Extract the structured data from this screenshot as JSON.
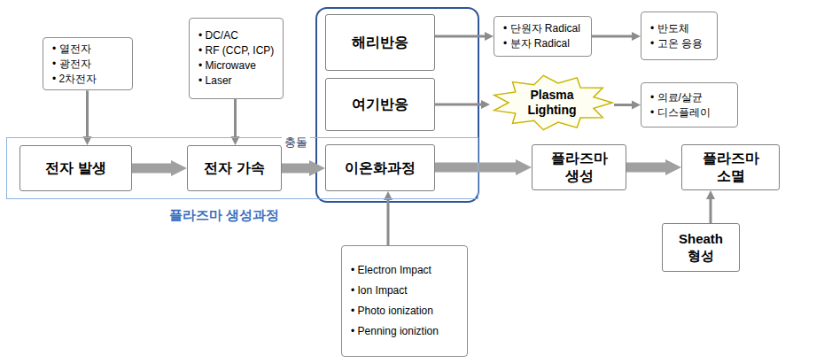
{
  "diagram": {
    "nodes": [
      {
        "text": [
          "• 열전자",
          "• 광전자",
          "• 2차전자"
        ]
      },
      {
        "text": [
          "• DC/AC",
          "• RF (CCP, ICP)",
          "• Microwave",
          "• Laser"
        ]
      },
      {
        "text": [
          "해리반응"
        ]
      },
      {
        "text": [
          "• 단원자 Radical",
          "• 분자 Radical"
        ]
      },
      {
        "text": [
          "• 반도체",
          "• 고온 응용"
        ]
      },
      {
        "text": [
          "여기반응"
        ]
      },
      {
        "text": [
          "Plasma Lighting"
        ]
      },
      {
        "text": [
          "• 의료/살균",
          "• 디스플레이"
        ]
      },
      {
        "text": [
          "플라즈마 생성과정"
        ]
      },
      {
        "text": [
          "전자 발생"
        ],
        "in": 8
      },
      {
        "text": [
          "전자 가속"
        ],
        "in": 8
      },
      {
        "text": [
          "이온화과정"
        ],
        "in": 8
      },
      {
        "text": [
          "플라즈마 생성"
        ]
      },
      {
        "text": [
          "플라즈마 소멸"
        ]
      },
      {
        "text": [
          "• Electron Impact",
          "• Ion Impact",
          "• Photo ionization",
          "• Penning ioniztion"
        ]
      },
      {
        "text": [
          "Sheath 형성"
        ]
      }
    ],
    "edges": [
      {
        "from": 0,
        "to": 9,
        "arrow": "to"
      },
      {
        "from": 1,
        "to": 10,
        "arrow": "to"
      },
      {
        "from": 9,
        "to": 10,
        "arrow": "to"
      },
      {
        "from": 10,
        "to": 11,
        "label": "충돌",
        "arrow": "to"
      },
      {
        "from": 11,
        "to": 12,
        "arrow": "to"
      },
      {
        "from": 12,
        "to": 13,
        "arrow": "to"
      },
      {
        "from": 2,
        "to": 3,
        "arrow": "to"
      },
      {
        "from": 3,
        "to": 4,
        "arrow": "to"
      },
      {
        "from": 5,
        "to": 6,
        "arrow": "to"
      },
      {
        "from": 6,
        "to": 7,
        "arrow": "to"
      },
      {
        "from": 14,
        "to": 11,
        "arrow": "to"
      },
      {
        "from": 15,
        "to": 13,
        "arrow": "to"
      }
    ]
  }
}
